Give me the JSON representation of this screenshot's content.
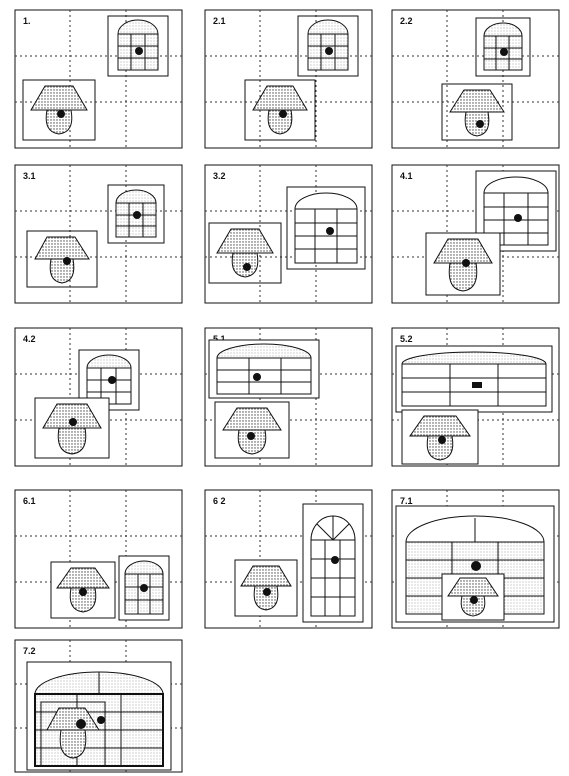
{
  "panels": [
    {
      "label": "1.",
      "layout": "window-up-right"
    },
    {
      "label": "2.1",
      "layout": "window-up-right"
    },
    {
      "label": "2.2",
      "layout": "window-up-right"
    },
    {
      "label": "3.1",
      "layout": "window-mid-right"
    },
    {
      "label": "3.2",
      "layout": "window-large-right"
    },
    {
      "label": "4.1",
      "layout": "window-large-overlap"
    },
    {
      "label": "4.2",
      "layout": "window-overlap"
    },
    {
      "label": "5.1",
      "layout": "window-wide-top"
    },
    {
      "label": "5.2",
      "layout": "window-full-width"
    },
    {
      "label": "6.1",
      "layout": "window-right-low"
    },
    {
      "label": "6 2",
      "layout": "window-tall-right"
    },
    {
      "label": "7.1",
      "layout": "window-full-cover"
    },
    {
      "label": "7.2",
      "layout": "window-full-cover-lamp-inside"
    }
  ]
}
